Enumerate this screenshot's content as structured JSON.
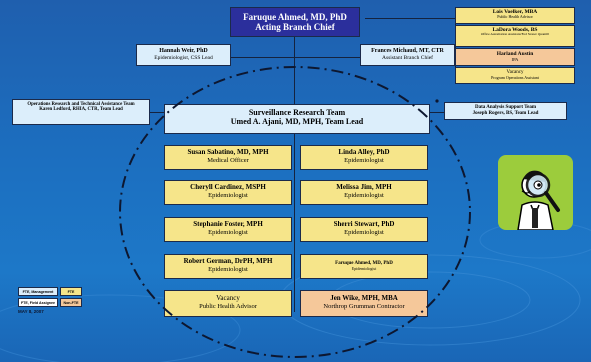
{
  "chief": {
    "name": "Faruque Ahmed, MD, PhD",
    "title": "Acting Branch Chief"
  },
  "left_lead": {
    "name": "Hannah Weir, PhD",
    "title": "Epidemiologist, CSS Lead"
  },
  "right_lead": {
    "name": "Frances Michaud, MT, CTR",
    "title": "Assistant Branch Chief"
  },
  "staff": [
    {
      "name": "Lois Voelker, MBA",
      "title": "Public Health Advisor"
    },
    {
      "name": "LaDora Woods, BS",
      "title": "Office Automation Assistant/Fed Stoner Quantill"
    },
    {
      "name": "Harland Austin",
      "title": "IPA"
    },
    {
      "name": "Vacancy",
      "title": "Program Operations Assistant"
    }
  ],
  "ops_team": {
    "name": "Operations Research and Technical Assistance Team",
    "lead": "Karen Ledford, RHIA, CTR, Team Lead"
  },
  "data_team": {
    "name": "Data Analysis Support Team",
    "lead": "Joseph Rogers, BS, Team Lead"
  },
  "surveillance": {
    "name": "Surveillance Research Team",
    "lead": "Umed A. Ajani, MD, MPH, Team Lead"
  },
  "members_left": [
    {
      "name": "Susan Sabatino, MD, MPH",
      "title": "Medical Officer"
    },
    {
      "name": "Cheryll Cardinez, MSPH",
      "title": "Epidemiologist"
    },
    {
      "name": "Stephanie Foster, MPH",
      "title": "Epidemiologist"
    },
    {
      "name": "Robert German, DrPH, MPH",
      "title": "Epidemiologist"
    },
    {
      "name": "Vacancy",
      "title": "Public Health Advisor"
    }
  ],
  "members_right": [
    {
      "name": "Linda Alley, PhD",
      "title": "Epidemiologist"
    },
    {
      "name": "Melissa Jim, MPH",
      "title": "Epidemiologist"
    },
    {
      "name": "Sherri Stewart, PhD",
      "title": "Epidemiologist"
    },
    {
      "name": "Faruque Ahmed, MD, PhD",
      "title": "Epidemiologist"
    },
    {
      "name": "Jen Wike, MPH, MBA",
      "title": "Northrop Grumman Contractor"
    }
  ],
  "legend": {
    "fte_management": "FTE, Management",
    "fte": "FTE",
    "fte_field": "FTE, Field Assignee",
    "non_fte": "Non-FTE",
    "date": "MAY 8, 2007"
  },
  "colors": {
    "background": "#1c6fc0",
    "chief_box": "#2b2f9c",
    "management_box": "#dceefb",
    "fte_box": "#f6e58a",
    "non_fte_box": "#f5c89a",
    "field_box": "#ffffff",
    "clipart_bg": "#9ccc3c"
  },
  "clipart": {
    "icon": "magnifying-glass-person-icon"
  }
}
